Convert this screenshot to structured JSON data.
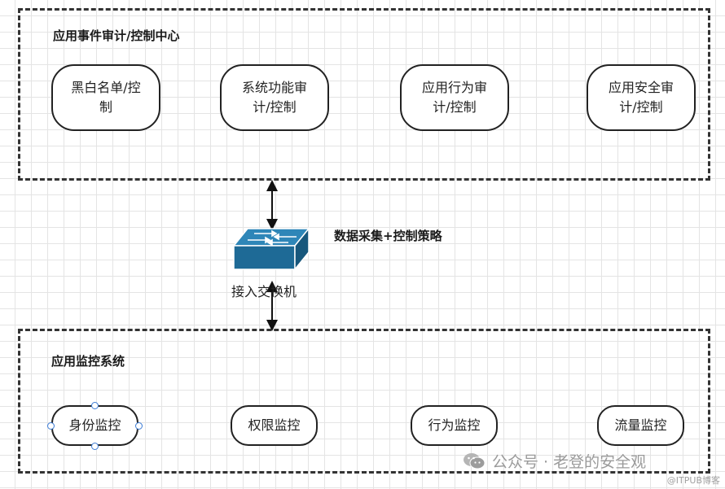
{
  "top_group": {
    "title": "应用事件审计/控制中心",
    "nodes": [
      {
        "id": "blackwhite",
        "line1": "黑白名单/控",
        "line2": "制"
      },
      {
        "id": "sysfunc",
        "line1": "系统功能审",
        "line2": "计/控制"
      },
      {
        "id": "behavior",
        "line1": "应用行为审",
        "line2": "计/控制"
      },
      {
        "id": "security",
        "line1": "应用安全审",
        "line2": "计/控制"
      }
    ]
  },
  "middle": {
    "switch_label": "接入交换机",
    "strategy_label": "数据采集+控制策略",
    "switch_color": "#1e6a96"
  },
  "bottom_group": {
    "title": "应用监控系统",
    "nodes": [
      {
        "id": "identity",
        "label": "身份监控"
      },
      {
        "id": "permission",
        "label": "权限监控"
      },
      {
        "id": "act",
        "label": "行为监控"
      },
      {
        "id": "traffic",
        "label": "流量监控"
      }
    ]
  },
  "watermark": {
    "text": "公众号 · 老登的安全观",
    "footer": "@ITPUB博客"
  }
}
